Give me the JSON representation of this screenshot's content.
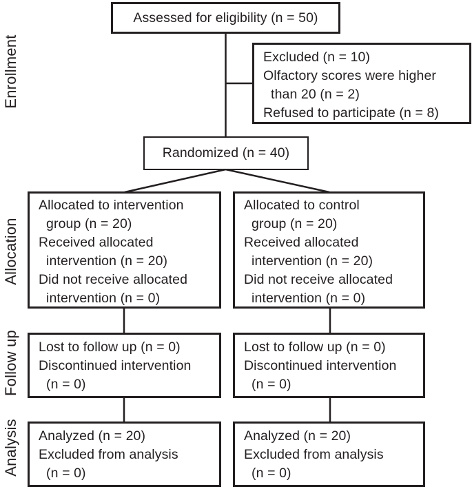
{
  "colors": {
    "text": "#231f20",
    "border": "#231f20",
    "background": "#ffffff"
  },
  "stages": [
    {
      "label": "Enrollment"
    },
    {
      "label": "Allocation"
    },
    {
      "label": "Follow up"
    },
    {
      "label": "Analysis"
    }
  ],
  "boxes": {
    "assessed": {
      "text": "Assessed for eligibility (n = 50)"
    },
    "excluded": {
      "lines": [
        "Excluded (n = 10)",
        "Olfactory scores were higher",
        "  than 20 (n = 2)",
        "Refused to participate (n = 8)"
      ]
    },
    "randomized": {
      "text": "Randomized (n = 40)"
    },
    "allocation_intervention": {
      "lines": [
        "Allocated to intervention",
        "  group (n = 20)",
        "Received allocated",
        "  intervention (n = 20)",
        "Did not receive allocated",
        "  intervention (n = 0)"
      ]
    },
    "allocation_control": {
      "lines": [
        "Allocated to control",
        "  group (n = 20)",
        "Received allocated",
        "  intervention (n = 20)",
        "Did not receive allocated",
        "  intervention (n = 0)"
      ]
    },
    "followup_intervention": {
      "lines": [
        "Lost to follow up (n = 0)",
        "Discontinued intervention",
        "  (n = 0)"
      ]
    },
    "followup_control": {
      "lines": [
        "Lost to follow up (n = 0)",
        "Discontinued intervention",
        "  (n = 0)"
      ]
    },
    "analysis_intervention": {
      "lines": [
        "Analyzed (n = 20)",
        "Excluded from analysis",
        "  (n = 0)"
      ]
    },
    "analysis_control": {
      "lines": [
        "Analyzed (n = 20)",
        "Excluded from analysis",
        "  (n = 0)"
      ]
    }
  }
}
